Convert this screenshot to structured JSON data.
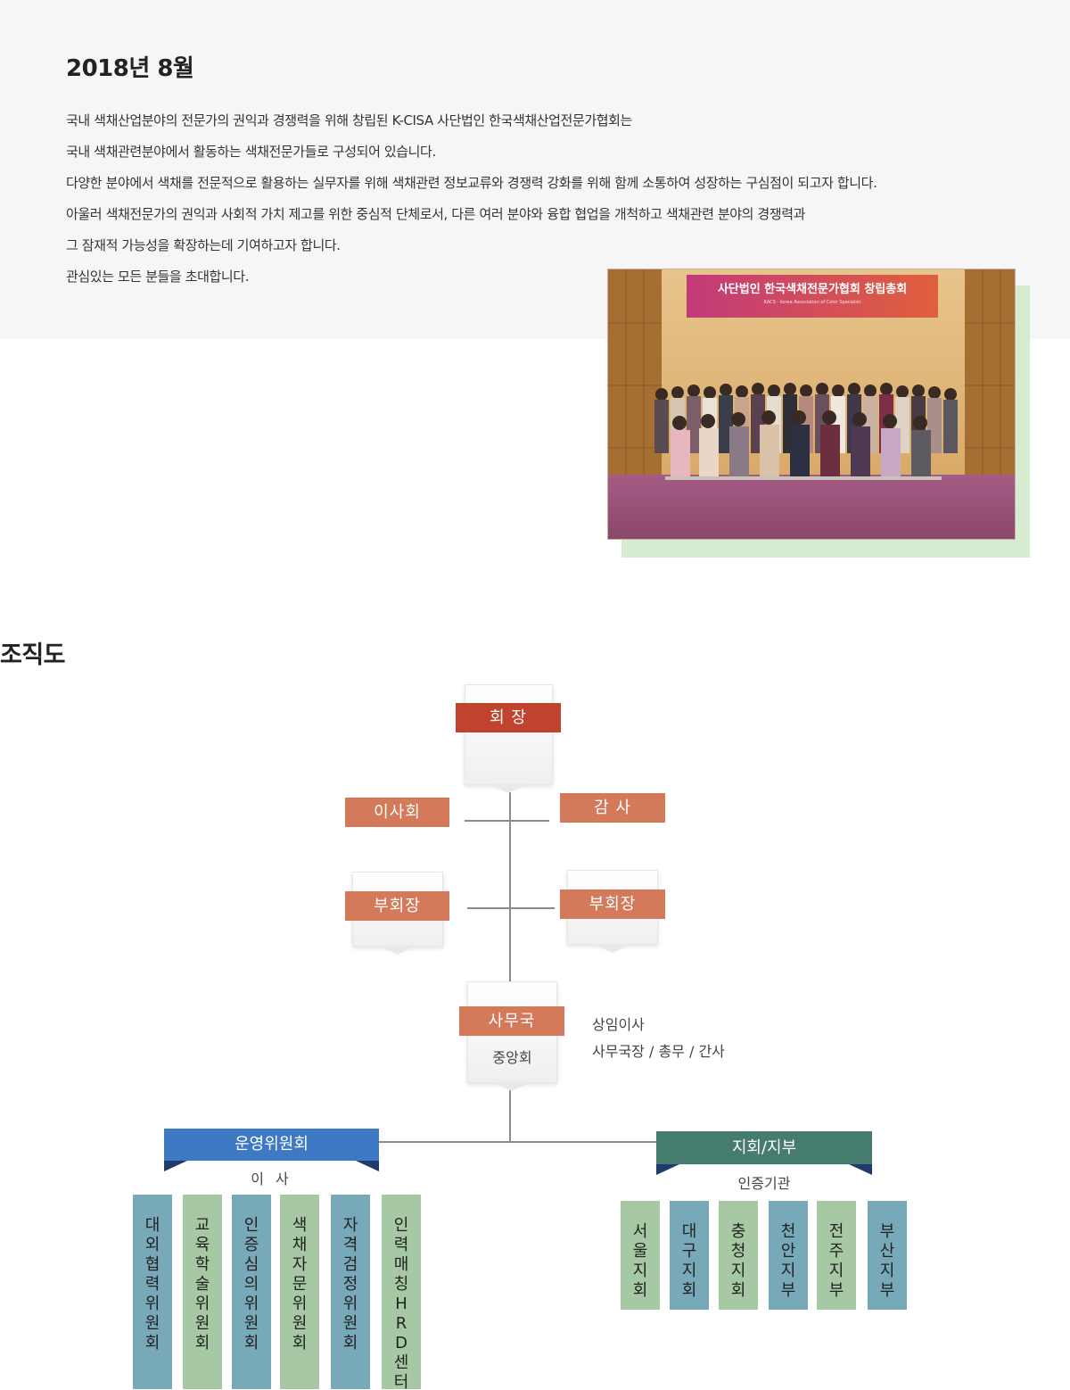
{
  "intro": {
    "title": "2018년 8월",
    "lines": [
      "국내 색채산업분야의 전문가의 권익과 경쟁력을 위해 창립된 K-CISA 사단법인 한국색채산업전문가협회는",
      "국내 색채관련분야에서 활동하는 색채전문가들로 구성되어 있습니다.",
      "다양한 분야에서 색채를 전문적으로 활용하는 실무자를 위해 색채관련 정보교류와 경쟁력 강화를 위해 함께 소통하여 성장하는 구심점이 되고자 합니다.",
      "아울러 색채전문가의 권익과 사회적 가치 제고를 위한 중심적 단체로서, 다른 여러 분야와 융합 협업을 개척하고 색채관련 분야의 경쟁력과",
      "그 잠재적 가능성을 확장하는데 기여하고자 합니다.",
      "관심있는 모든 분들을 초대합니다."
    ],
    "photo": {
      "banner_main": "사단법인 한국색채전문가협회 창립총회",
      "banner_sub": "KACS - korea Association of Color Specialist"
    }
  },
  "org": {
    "title": "조직도",
    "president": "회 장",
    "board": "이사회",
    "auditor": "감 사",
    "vp_left": "부회장",
    "vp_right": "부회장",
    "secretariat": "사무국",
    "secretariat_sub": "중앙회",
    "secretariat_side": [
      "상임이사",
      "사무국장 / 총무 / 간사"
    ],
    "committee": {
      "title": "운영위원회",
      "sub": "이 사",
      "items": [
        "대외협력위원회",
        "교육학술위원회",
        "인증심의위원회",
        "색채자문위원회",
        "자격검정위원회",
        "인력매칭HRD센터"
      ]
    },
    "branch": {
      "title": "지회/지부",
      "sub": "인증기관",
      "items": [
        "서울지회",
        "대구지회",
        "충청지회",
        "천안지부",
        "전주지부",
        "부산지부"
      ]
    }
  },
  "colors": {
    "president": "#c0432e",
    "officers": "#d47a5b",
    "committee_banner": "#3d7ac3",
    "branch_banner": "#467c6e",
    "teal": "#78a9b8",
    "green": "#a6c8a2",
    "photo_shadow": "#d6ebcf"
  }
}
